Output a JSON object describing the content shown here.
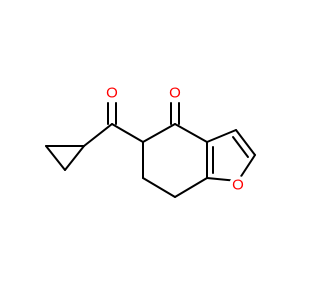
{
  "structure": {
    "atoms": [
      {
        "id": "O1",
        "element": "O",
        "color": "#ff0000"
      },
      {
        "id": "O2",
        "element": "O",
        "color": "#ff0000"
      },
      {
        "id": "O3",
        "element": "O",
        "color": "#ff0000"
      }
    ]
  }
}
